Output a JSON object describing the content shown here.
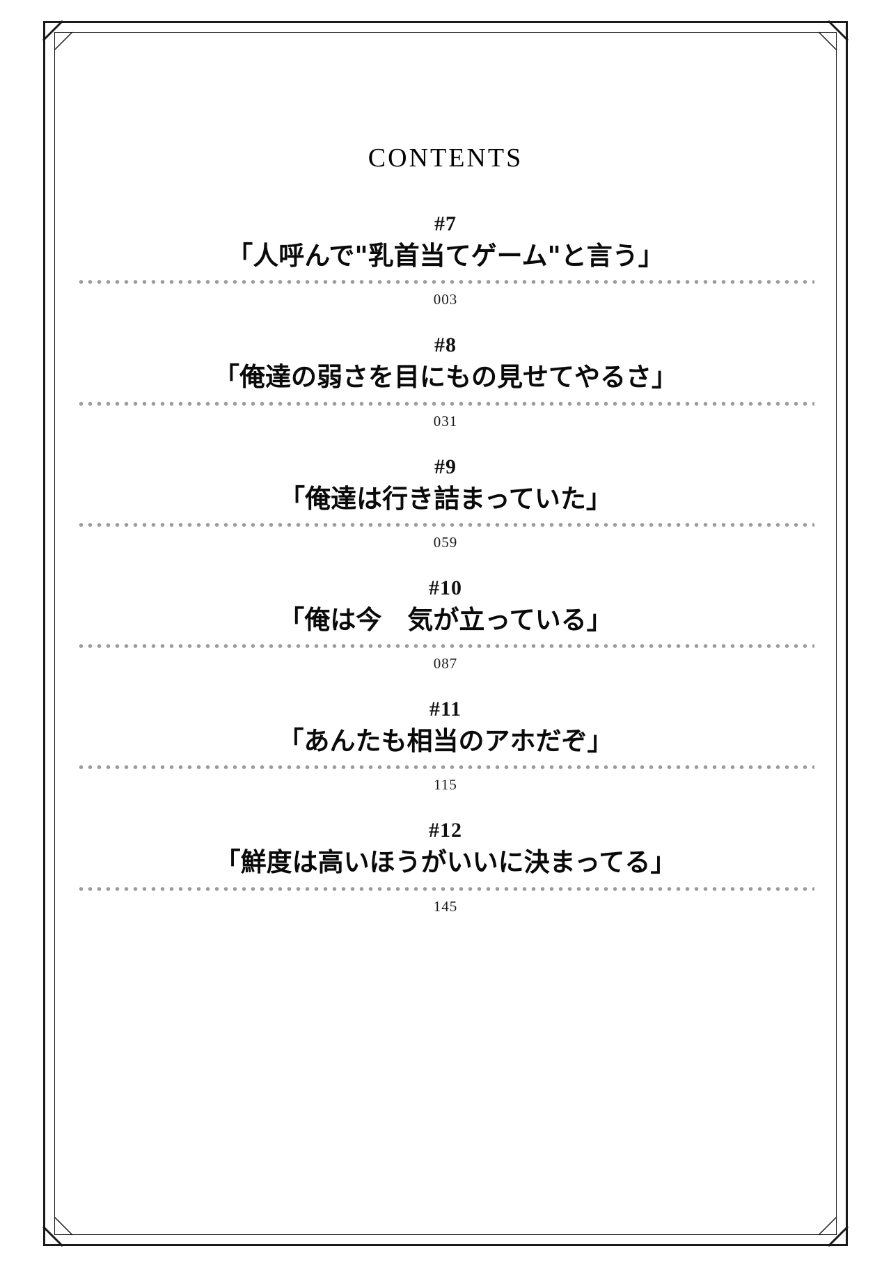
{
  "page": {
    "heading": "CONTENTS",
    "border_color": "#1a1a1a",
    "dot_color": "#9b9b9b",
    "text_color": "#0a0a0a"
  },
  "toc": {
    "entries": [
      {
        "number": "#7",
        "title": "「人呼んで\"乳首当てゲーム\"と言う」",
        "page": "003"
      },
      {
        "number": "#8",
        "title": "「俺達の弱さを目にもの見せてやるさ」",
        "page": "031"
      },
      {
        "number": "#9",
        "title": "「俺達は行き詰まっていた」",
        "page": "059"
      },
      {
        "number": "#10",
        "title": "「俺は今　気が立っている」",
        "page": "087"
      },
      {
        "number": "#11",
        "title": "「あんたも相当のアホだぞ」",
        "page": "115"
      },
      {
        "number": "#12",
        "title": "「鮮度は高いほうがいいに決まってる」",
        "page": "145"
      }
    ]
  }
}
